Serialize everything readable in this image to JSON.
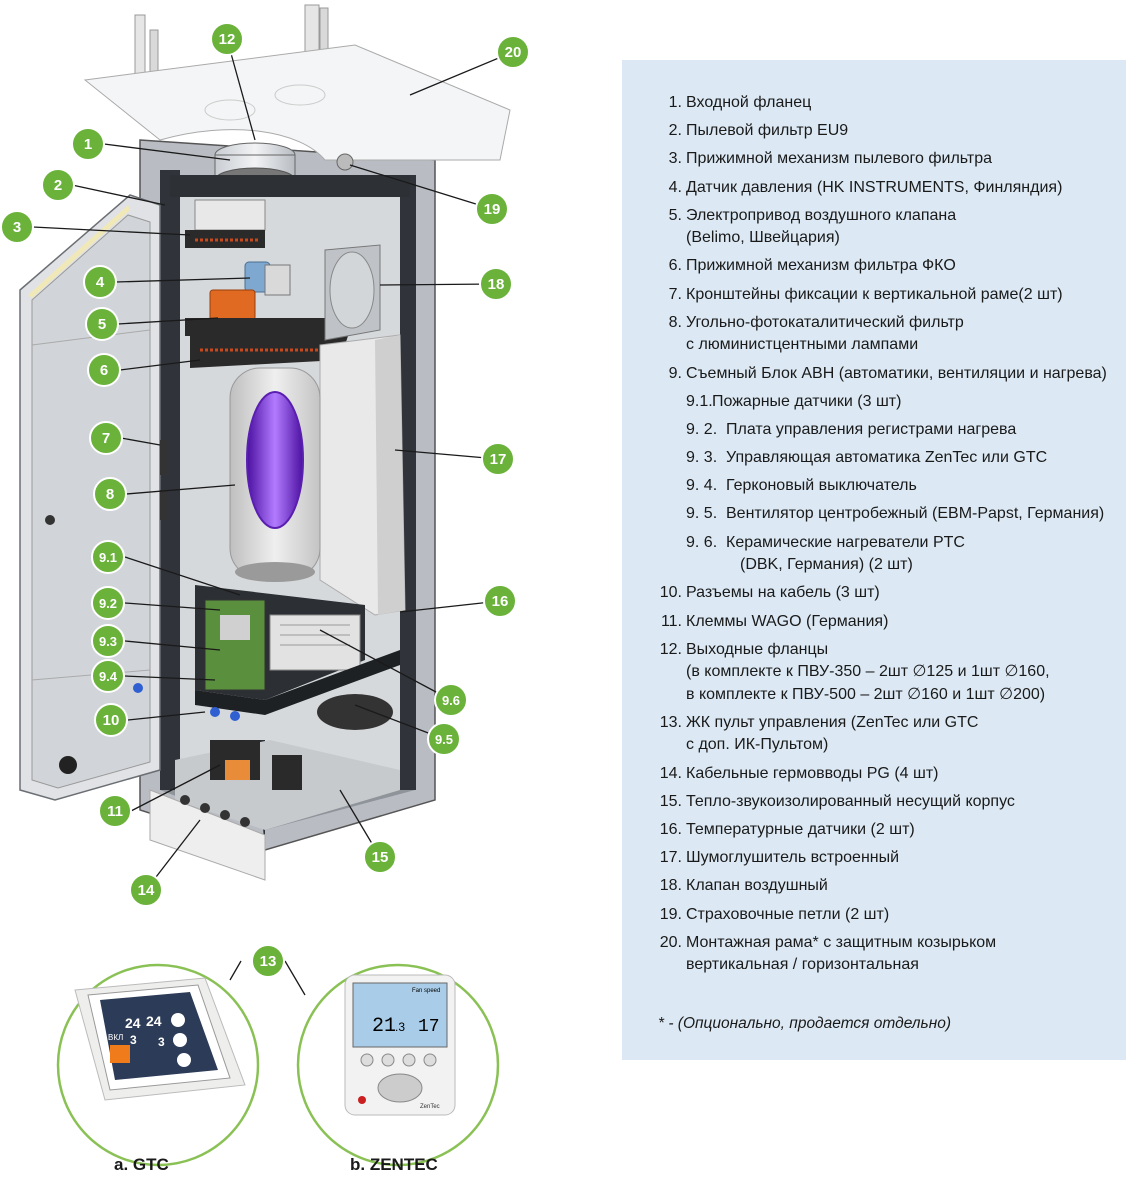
{
  "callouts": {
    "c1": "1",
    "c2": "2",
    "c3": "3",
    "c4": "4",
    "c5": "5",
    "c6": "6",
    "c7": "7",
    "c8": "8",
    "c91": "9.1",
    "c92": "9.2",
    "c93": "9.3",
    "c94": "9.4",
    "c95": "9.5",
    "c96": "9.6",
    "c10": "10",
    "c11": "11",
    "c12": "12",
    "c13": "13",
    "c14": "14",
    "c15": "15",
    "c16": "16",
    "c17": "17",
    "c18": "18",
    "c19": "19",
    "c20": "20"
  },
  "legend": [
    {
      "num": "1.",
      "text": "Входной фланец"
    },
    {
      "num": "2.",
      "text": "Пылевой фильтр EU9"
    },
    {
      "num": "3.",
      "text": "Прижимной механизм пылевого фильтра"
    },
    {
      "num": "4.",
      "text": "Датчик давления (HK INSTRUMENTS, Финляндия)"
    },
    {
      "num": "5.",
      "text": "Электропривод воздушного клапана",
      "cont": "(Belimo, Швейцария)"
    },
    {
      "num": "6.",
      "text": "Прижимной механизм фильтра ФКО"
    },
    {
      "num": "7.",
      "text": "Кронштейны фиксации к вертикальной раме(2 шт)"
    },
    {
      "num": "8.",
      "text": "Угольно-фотокаталитический фильтр",
      "cont": "с люминистцентными лампами"
    },
    {
      "num": "9.",
      "text": "Съемный Блок АВН (автоматики, вентиляции и нагрева)"
    },
    {
      "num": "9.1.",
      "text": "Пожарные датчики (3 шт)",
      "sub": true
    },
    {
      "num": "9. 2.",
      "text": "Плата управления регистрами нагрева",
      "sub": true
    },
    {
      "num": "9. 3.",
      "text": "Управляющая автоматика ZenTec или GTC",
      "sub": true
    },
    {
      "num": "9. 4.",
      "text": "Герконовый выключатель",
      "sub": true
    },
    {
      "num": "9. 5.",
      "text": "Вентилятор центробежный (EBM-Papst, Германия)",
      "sub": true
    },
    {
      "num": "9. 6.",
      "text": "Керамические нагреватели PTC",
      "cont": "(DBK, Германия) (2 шт)",
      "sub": true
    },
    {
      "num": "10.",
      "text": "Разъемы на кабель (3 шт)"
    },
    {
      "num": "11.",
      "text": "Клеммы  WAGO (Германия)"
    },
    {
      "num": "12.",
      "text": "Выходные фланцы",
      "cont": "(в комплекте к ПВУ-350 – 2шт ∅125 и 1шт ∅160,",
      "cont2": "в комплекте к ПВУ-500 – 2шт ∅160 и 1шт ∅200)"
    },
    {
      "num": "13.",
      "text": "ЖК пульт управления (ZenTec или GTC",
      "cont": "с доп. ИК-Пультом)"
    },
    {
      "num": "14.",
      "text": "Кабельные гермовводы PG (4 шт)"
    },
    {
      "num": "15.",
      "text": "Тепло-звукоизолированный несущий корпус"
    },
    {
      "num": "16.",
      "text": "Температурные датчики (2 шт)"
    },
    {
      "num": "17.",
      "text": "Шумоглушитель встроенный"
    },
    {
      "num": "18.",
      "text": "Клапан воздушный"
    },
    {
      "num": "19.",
      "text": "Страховочные петли (2 шт)"
    },
    {
      "num": "20.",
      "text": "Монтажная рама* с защитным козырьком",
      "cont": "вертикальная / горизонтальная"
    }
  ],
  "note": "* - (Опционально, продается отдельно)",
  "captions": {
    "gtc": "a. GTC",
    "zentec": "b. ZENTEC"
  },
  "gtc_display": {
    "v1": "24",
    "v2": "24",
    "v3": "3",
    "v4": "3",
    "on": "ВКЛ"
  },
  "zentec_display": {
    "temp": "21",
    "temp_dec": ".3",
    "set": "17",
    "fan": "Fan speed",
    "brand": "ZenTec"
  },
  "colors": {
    "callout": "#6ab23a",
    "panel": "#dce9f4",
    "uv": "#7d2fd8"
  }
}
